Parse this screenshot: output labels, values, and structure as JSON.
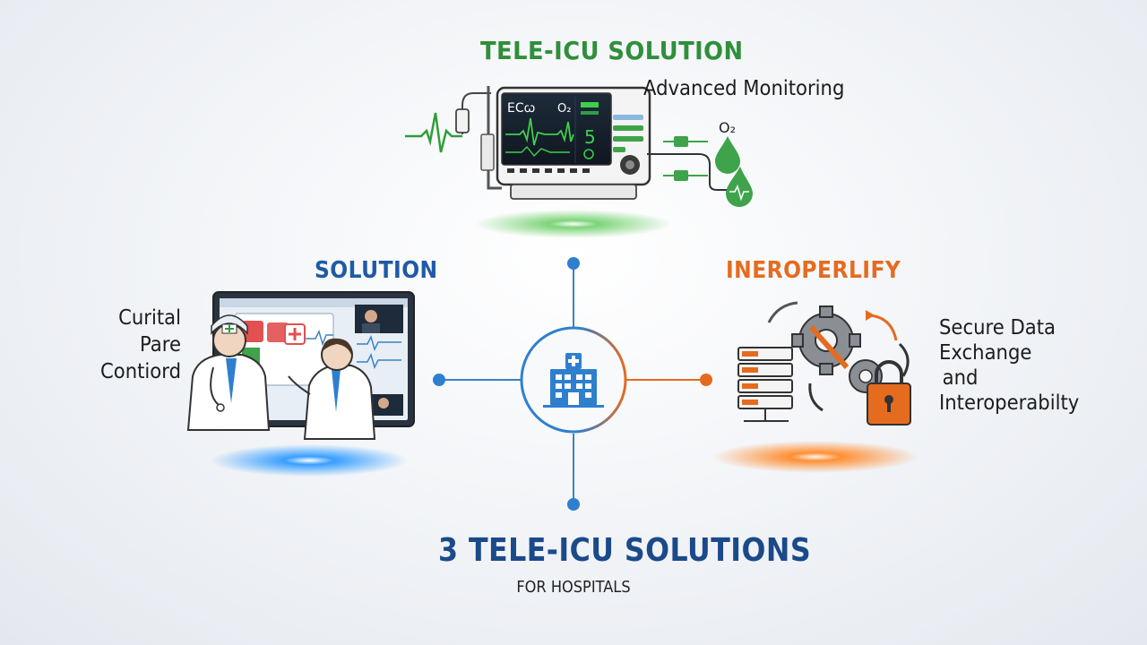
{
  "colors": {
    "green": "#2f8f3a",
    "blue": "#1f5aa6",
    "orange": "#e56b1f",
    "dark_blue": "#1b4a8a",
    "line_blue": "#3b82c4"
  },
  "top": {
    "title": "TELE-ICU SOLUTION",
    "label": "Advanced Monitoring",
    "monitor_label_left": "ECꞷ",
    "monitor_label_o2": "O₂",
    "monitor_value": "5",
    "drop_label": "O₂"
  },
  "left": {
    "title": "SOLUTION",
    "text_line1": "Curital Pare",
    "text_line2": "Contiord"
  },
  "right": {
    "title": "INEROPERLIFY",
    "text_line1": "Secure Data",
    "text_line2": "Exchange",
    "text_line3": "and",
    "text_line4": "Interoperabilty"
  },
  "center": {
    "icon": "hospital-icon"
  },
  "bottom": {
    "title": "3 TELE-ICU SOLUTIONS",
    "subtitle": "FOR HOSPITALS"
  }
}
